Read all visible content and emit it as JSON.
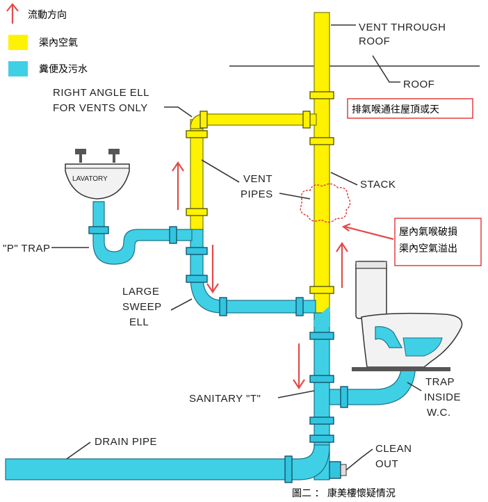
{
  "legend": {
    "flow_direction": "流動方向",
    "air_in_drain": "渠內空氣",
    "sewage": "糞便及污水",
    "colors": {
      "arrow": "#e24a4a",
      "air": "#fff200",
      "sewage": "#3fd0e6"
    }
  },
  "labels": {
    "vent_through_roof_1": "VENT THROUGH",
    "vent_through_roof_2": "ROOF",
    "roof": "ROOF",
    "right_angle_ell_1": "RIGHT ANGLE ELL",
    "right_angle_ell_2": "FOR VENTS ONLY",
    "lavatory": "LAVATORY",
    "vent_pipes_1": "VENT",
    "vent_pipes_2": "PIPES",
    "stack": "STACK",
    "p_trap": "\"P\" TRAP",
    "large_sweep_1": "LARGE",
    "large_sweep_2": "SWEEP",
    "large_sweep_3": "ELL",
    "sanitary_t": "SANITARY \"T\"",
    "trap_inside_1": "TRAP",
    "trap_inside_2": "INSIDE",
    "trap_inside_3": "W.C.",
    "drain_pipe": "DRAIN PIPE",
    "clean_out_1": "CLEAN",
    "clean_out_2": "OUT"
  },
  "callouts": {
    "vent_roof": "排氣喉通往屋頂或天",
    "damage_1": "屋內氣喉破損",
    "damage_2": "渠內空氣溢出"
  },
  "caption": "圖二 ： 康美樓懷疑情況"
}
